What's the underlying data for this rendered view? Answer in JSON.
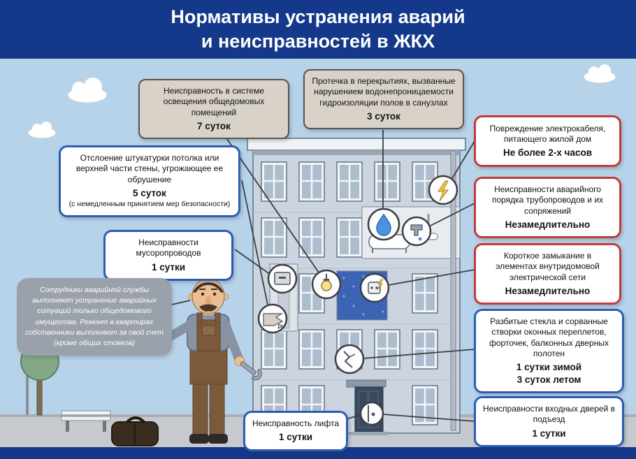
{
  "title": {
    "line1": "Нормативы устранения аварий",
    "line2": "и неисправностей в ЖКХ"
  },
  "callouts": {
    "lighting": {
      "text": "Неисправность в системе освещения общедомовых помещений",
      "term": "7 суток"
    },
    "leak": {
      "text": "Протечка в перекрытиях, вызванные нарушением водонепроницаемости гидроизоляции полов в санузлах",
      "term": "3 суток"
    },
    "plaster": {
      "text": "Отслоение штукатурки потолка или верхней части стены, угрожающее ее обрушение",
      "term": "5 суток",
      "note": "(с немедленным принятием мер безопасности)"
    },
    "garbage_chute": {
      "text": "Неисправности мусоропроводов",
      "term": "1 сутки"
    },
    "electric_cable": {
      "text": "Повреждение электрокабеля, питающего жилой дом",
      "term": "Не более 2-х часов"
    },
    "pipelines": {
      "text": "Неисправности аварийного порядка трубопроводов и их сопряжений",
      "term": "Незамедлительно"
    },
    "short_circuit": {
      "text": "Короткое замыкание в элементах внутридомовой электрической сети",
      "term": "Незамедлительно"
    },
    "broken_windows": {
      "text": "Разбитые стекла и сорванные створки оконных переплетов, форточек, балконных дверных полотен",
      "term_winter": "1 сутки зимой",
      "term_summer": "3 суток летом"
    },
    "entrance_doors": {
      "text": "Неисправности входных дверей в подъезд",
      "term": "1 сутки"
    },
    "elevator": {
      "text": "Неисправность лифта",
      "term": "1 сутки"
    }
  },
  "note": "Сотрудники аварийной службы выполняют устранение аварийных ситуаций только общедомового имущества. Ремонт в квартирах собственники выполняют за свой счет (кроме общих стояков)",
  "icons": [
    "lamp-icon",
    "chute-hatch-icon",
    "plaster-icon",
    "water-drop-icon",
    "faucet-icon",
    "lightning-icon",
    "socket-icon",
    "spark-icon",
    "crack-icon",
    "door-handle-icon",
    "wrench-icon",
    "cloud-icon",
    "tree-icon",
    "toolbag-icon"
  ],
  "colors": {
    "banner_blue": "#14388a",
    "sky_blue": "#b7d3e9",
    "box_blue_border": "#2c5cb5",
    "box_red_border": "#c43a3a",
    "box_gray_bg": "#d9d2c9",
    "note_gray_bg": "#9aa1ab"
  }
}
